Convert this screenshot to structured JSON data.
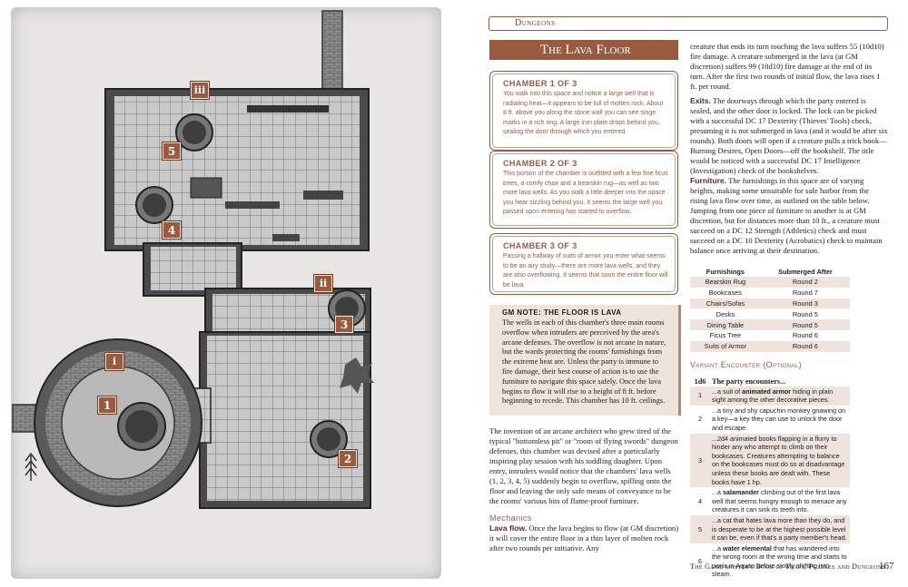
{
  "map": {
    "markers": [
      {
        "id": "marker-iii",
        "label": "iii"
      },
      {
        "id": "marker-5",
        "label": "5"
      },
      {
        "id": "marker-4",
        "label": "4"
      },
      {
        "id": "marker-ii",
        "label": "ii"
      },
      {
        "id": "marker-3",
        "label": "3"
      },
      {
        "id": "marker-i",
        "label": "i"
      },
      {
        "id": "marker-1",
        "label": "1"
      },
      {
        "id": "marker-2",
        "label": "2"
      }
    ]
  },
  "page": {
    "running_head": "Dungeons",
    "section_title": "The Lava Floor",
    "chambers": [
      {
        "title": "CHAMBER 1 OF 3",
        "text": "You walk into this space and notice a large well that is radiating heat—it appears to be full of molten rock. About 8 ft. above you along the stone wall you can see singe marks in a rich ring. A large iron plate drops behind you, sealing the door through which you entered."
      },
      {
        "title": "CHAMBER 2 OF 3",
        "text": "This portion of the chamber is outfitted with a few fine ficus trees, a comfy chair and a bearskin rug—as well as two more lava wells. As you walk a little deeper into the space you hear sizzling behind you. It seems the large well you passed upon entering has started to overflow."
      },
      {
        "title": "CHAMBER 3 OF 3",
        "text": "Passing a hallway of suits of armor you enter what seems to be an airy study—there are more lava wells, and they are also overflowing. It seems that soon the entire floor will be lava."
      }
    ],
    "gm_note": {
      "title": "GM NOTE: THE FLOOR IS LAVA",
      "text": "The wells in each of this chamber's three main rooms overflow when intruders are perceived by the area's arcane defenses. The overflow is not arcane in nature, but the wards protecting the rooms' furnishings from the extreme heat are. Unless the party is immune to fire damage, their best course of action is to use the furniture to navigate this space safely. Once the lava begins to flow it will rise to a height of 8 ft. before beginning to recede. This chamber has 10 ft. ceilings."
    },
    "intro_paragraph": "The invention of an arcane architect who grew tired of the typical \"bottomless pit\" or \"room of flying swords\" dungeon defenses, this chamber was devised after a particularly inspiring play session with his toddling daughter. Upon entry, intruders would notice that the chambers' lava wells (1, 2, 3, 4, 5) suddenly begin to overflow, spilling onto the floor and leaving the only safe means of conveyance to be the rooms' various bits of flame-proof furniture.",
    "mechanics_heading": "Mechanics",
    "lava_flow_label": "Lava flow.",
    "lava_flow_text": "Once the lava begins to flow (at GM discretion) it will cover the entire floor in a thin layer of molten rock after two rounds per initiative. Any",
    "col2_continuation": "creature that ends its turn touching the lava suffers 55 (10d10) fire damage. A creature submerged in the lava (at GM discretion) suffers 99 (18d10) fire damage at the end of its turn. After the first two rounds of initial flow, the lava rises 1 ft. per round.",
    "exits_label": "Exits.",
    "exits_text": "The doorways through which the party entered is sealed, and the other door is locked. The lock can be picked with a successful DC 17 Dexterity (Thieves' Tools) check, presuming it is not submerged in lava (and it would be after six rounds). Both doors will open if a creature pulls a trick book—Burning Desires, Open Doors—off the bookshelf. The title would be noticed with a successful DC 17 Intelligence (Investigation) check of the bookshelves.",
    "furniture_label": "Furniture.",
    "furniture_text": "The furnishings in this space are of varying heights, making some unsuitable for safe harbor from the rising lava flow over time, as outlined on the table below. Jumping from one piece of furniture to another is at GM discretion, but for distances more than 10 ft., a creature must succeed on a DC 12 Strength (Athletics) check and must succeed on a DC 10 Dexterity (Acrobatics) check to maintain balance once arriving at their destination.",
    "furnishings_table": {
      "headers": [
        "Furnishings",
        "Submerged After"
      ],
      "rows": [
        [
          "Bearskin Rug",
          "Round 2"
        ],
        [
          "Bookcases",
          "Round 7"
        ],
        [
          "Chairs/Sofas",
          "Round 3"
        ],
        [
          "Desks",
          "Round 5"
        ],
        [
          "Dining Table",
          "Round 5"
        ],
        [
          "Ficus Tree",
          "Round 6"
        ],
        [
          "Suits of Armor",
          "Round 6"
        ]
      ]
    },
    "variant_heading": "Variant Encounter (Optional)",
    "encounter_table": {
      "die": "1d6",
      "header": "The party encounters...",
      "rows": [
        {
          "num": "1",
          "pre": "...a suit of ",
          "bold": "animated armor",
          "post": " hiding in plain sight among the other decorative pieces."
        },
        {
          "num": "2",
          "pre": "...a tiny and shy capuchin monkey gnawing on a key—a key they can use to unlock the door and escape.",
          "bold": "",
          "post": ""
        },
        {
          "num": "3",
          "pre": "...2d4 animated books flapping in a flurry to hinder any who attempt to climb on their bookcases. Creatures attempting to balance on the bookcases must do so at disadvantage unless these books are dealt with. These books have 1 hp.",
          "bold": "",
          "post": ""
        },
        {
          "num": "4",
          "pre": "...a ",
          "bold": "salamander",
          "post": " climbing out of the first lava well that seems hungry enough to menace any creatures it can sink its teeth into."
        },
        {
          "num": "5",
          "pre": "...a cat that hates lava more than they do, and is desperate to be at the highest possible level it can be, even if that's a party member's head.",
          "bold": "",
          "post": ""
        },
        {
          "num": "6",
          "pre": "...a ",
          "bold": "water elemental",
          "post": " that has wandered into the wrong room at the wrong time and starts to panic in Aquan before slowly shifting into steam."
        }
      ]
    },
    "footer": "The Game master's Book of Traps, Puzzles and Dungeons",
    "page_number": "167"
  },
  "colors": {
    "accent": "#9a5a3f",
    "shade": "#efe3dd"
  }
}
